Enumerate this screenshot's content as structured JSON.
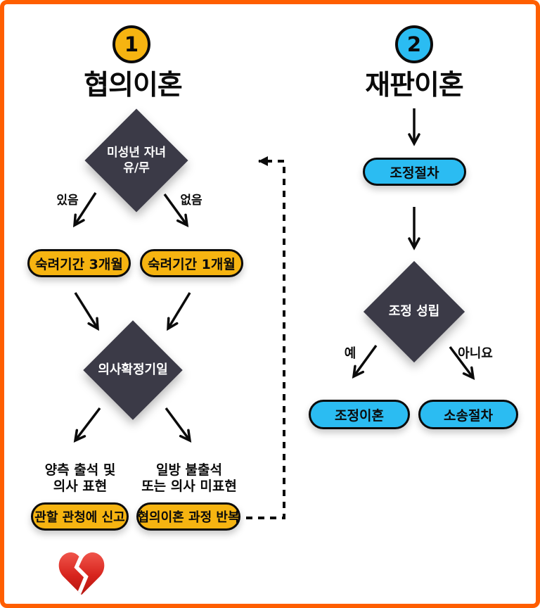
{
  "colors": {
    "accent_border": "#FF5E00",
    "yellow": "#F6B411",
    "blue": "#2BBCF2",
    "diamond": "#3B3A47",
    "heart_red": "#D7241D",
    "ink": "#111111"
  },
  "left": {
    "badge": "1",
    "title": "협의이혼",
    "decision_children": {
      "line1": "미성년 자녀",
      "line2": "유/무"
    },
    "label_has": "있음",
    "label_none": "없음",
    "box_wait3": "숙려기간 3개월",
    "box_wait1": "숙려기간 1개월",
    "decision_confirm": "의사확정기일",
    "outcome_attend": {
      "line1": "양측 출석 및",
      "line2": "의사 표현"
    },
    "outcome_absent": {
      "line1": "일방 불출석",
      "line2": "또는 의사 미표현"
    },
    "box_report": "관할 관청에 신고",
    "box_repeat": "협의이혼 과정 반복"
  },
  "right": {
    "badge": "2",
    "title": "재판이혼",
    "box_mediation": "조정절차",
    "decision_settle": "조정 성립",
    "label_yes": "예",
    "label_no": "아니요",
    "box_mediation_divorce": "조정이혼",
    "box_litigation": "소송절차"
  },
  "icons": {
    "heart": "broken-heart"
  }
}
